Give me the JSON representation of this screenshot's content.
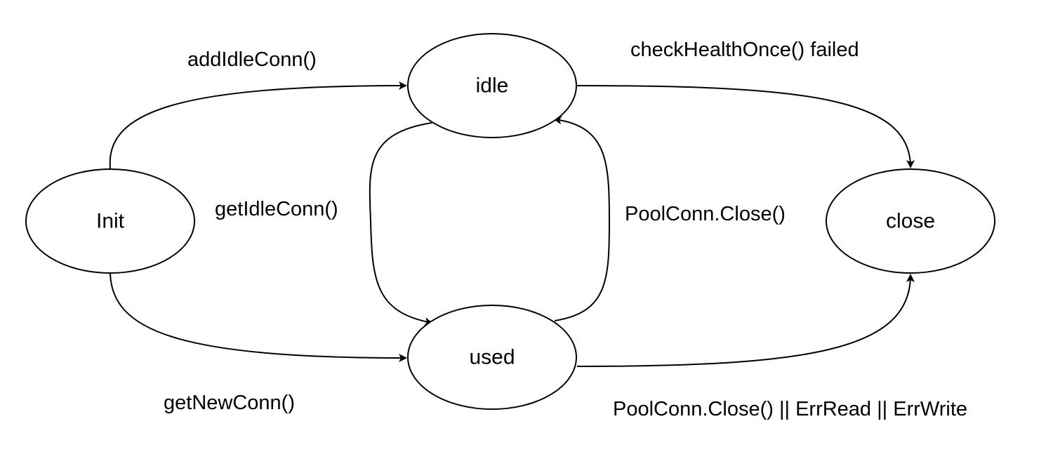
{
  "diagram": {
    "colors": {
      "stroke": "#000000",
      "fill": "#ffffff",
      "text": "#000000"
    },
    "states": {
      "init": "Init",
      "idle": "idle",
      "used": "used",
      "close": "close"
    },
    "transitions": [
      {
        "from": "Init",
        "to": "idle",
        "label": "addIdleConn()"
      },
      {
        "from": "idle",
        "to": "used",
        "label": "getIdleConn()"
      },
      {
        "from": "used",
        "to": "idle",
        "label": "PoolConn.Close()"
      },
      {
        "from": "idle",
        "to": "close",
        "label": "checkHealthOnce() failed"
      },
      {
        "from": "Init",
        "to": "used",
        "label": "getNewConn()"
      },
      {
        "from": "used",
        "to": "close",
        "label": "PoolConn.Close() || ErrRead || ErrWrite"
      }
    ]
  }
}
